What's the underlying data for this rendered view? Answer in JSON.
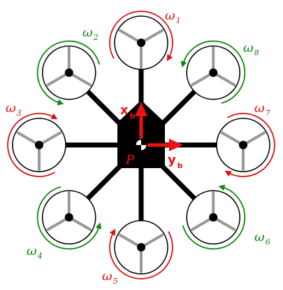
{
  "colors": {
    "frame": "#000000",
    "blade": "#999999",
    "cw": "#dd1111",
    "ccw": "#118811",
    "axis": "#ee1111",
    "background": "#ffffff"
  },
  "rotors": [
    {
      "id": "1",
      "base": "ω",
      "sub": "1",
      "direction": "cw",
      "color": "#dd1111"
    },
    {
      "id": "2",
      "base": "ω",
      "sub": "2",
      "direction": "ccw",
      "color": "#118811"
    },
    {
      "id": "3",
      "base": "ω",
      "sub": "3",
      "direction": "cw",
      "color": "#dd1111"
    },
    {
      "id": "4",
      "base": "ω",
      "sub": "4",
      "direction": "ccw",
      "color": "#118811"
    },
    {
      "id": "5",
      "base": "ω",
      "sub": "5",
      "direction": "cw",
      "color": "#dd1111"
    },
    {
      "id": "6",
      "base": "ω",
      "sub": "6",
      "direction": "ccw",
      "color": "#118811"
    },
    {
      "id": "7",
      "base": "ω",
      "sub": "7",
      "direction": "cw",
      "color": "#dd1111"
    },
    {
      "id": "8",
      "base": "ω",
      "sub": "8",
      "direction": "ccw",
      "color": "#118811"
    }
  ],
  "body_frame": {
    "x_axis": {
      "base": "x",
      "sub": "b"
    },
    "y_axis": {
      "base": "y",
      "sub": "b"
    },
    "origin": "P"
  }
}
